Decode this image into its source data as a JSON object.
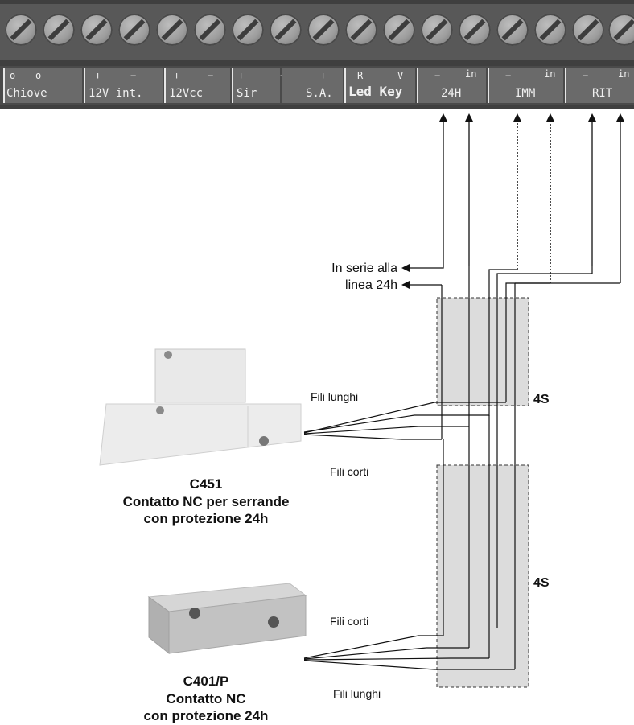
{
  "terminal_block": {
    "terminals": [
      {
        "signs": [
          "o",
          "o"
        ],
        "label": "Chiove"
      },
      {
        "signs": [
          "+",
          "−"
        ],
        "label": "12V int."
      },
      {
        "signs": [
          "+",
          "−"
        ],
        "label": "12Vcc"
      },
      {
        "signs": [
          "+",
          "−"
        ],
        "label": "Sir"
      },
      {
        "signs": [
          "+"
        ],
        "label": "S.A."
      },
      {
        "signs": [
          "R",
          "V"
        ],
        "label": "Led Key"
      },
      {
        "signs": [
          "−",
          "in"
        ],
        "label": "24H"
      },
      {
        "signs": [
          "−",
          "in"
        ],
        "label": "IMM"
      },
      {
        "signs": [
          "−",
          "in"
        ],
        "label": "RIT"
      }
    ]
  },
  "series_note": {
    "line1": "In serie alla",
    "line2": "linea 24h"
  },
  "junction_boxes": [
    {
      "label": "4S"
    },
    {
      "label": "4S"
    }
  ],
  "devices": [
    {
      "code": "C451",
      "caption_line1": "Contatto NC per serrande",
      "caption_line2": "con protezione 24h",
      "wire_long_label": "Fili lunghi",
      "wire_short_label": "Fili corti"
    },
    {
      "code": "C401/P",
      "caption_line1": "Contatto NC",
      "caption_line2": "con protezione 24h",
      "wire_long_label": "Fili lunghi",
      "wire_short_label": "Fili corti"
    }
  ]
}
